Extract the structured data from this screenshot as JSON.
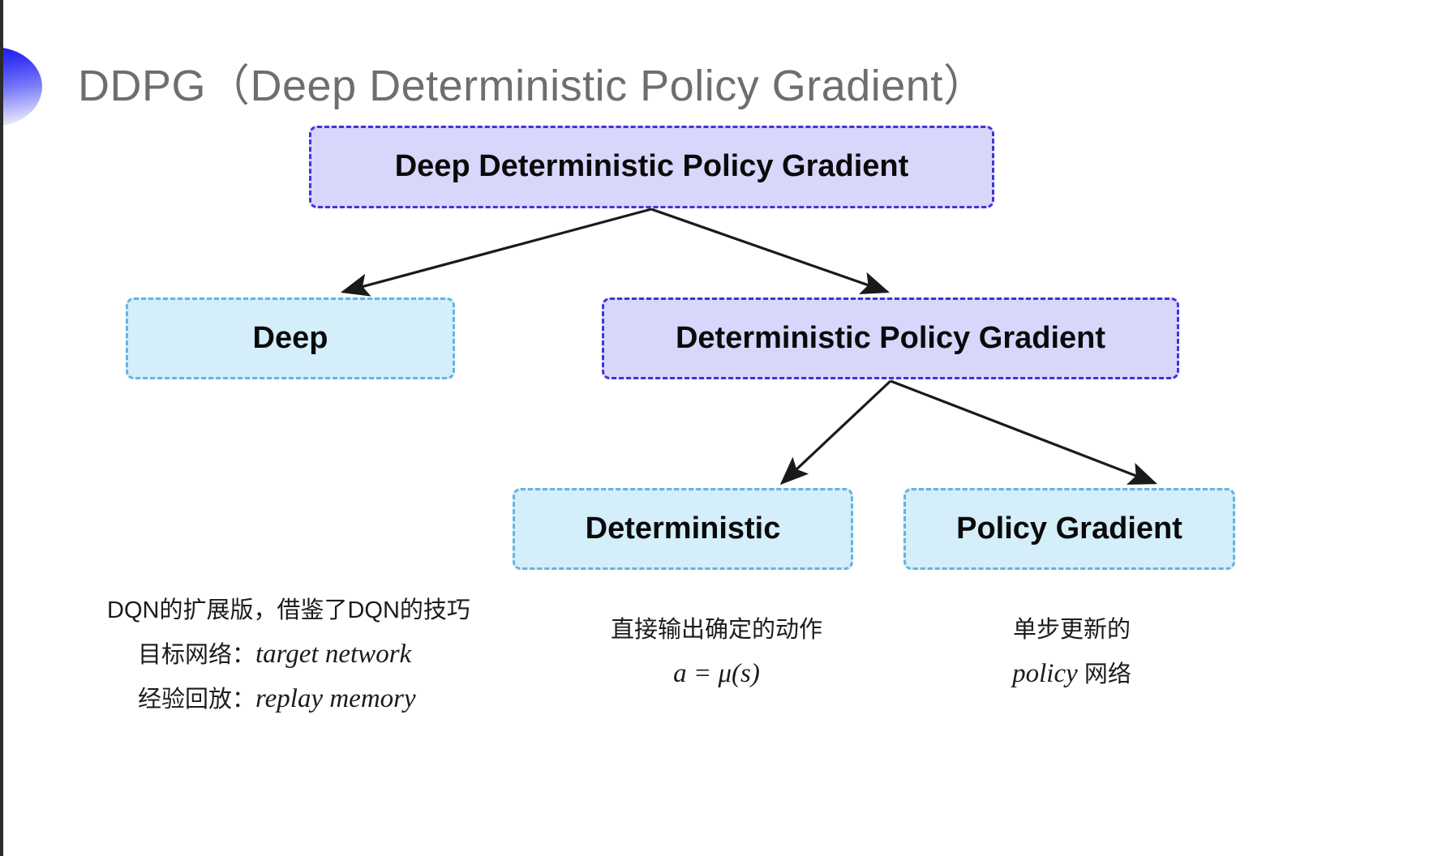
{
  "slide": {
    "title": "DDPG（Deep Deterministic Policy Gradient）",
    "background_color": "#ffffff",
    "title_color": "#6d6e70",
    "accent_color": "#3e34d8"
  },
  "decoration": {
    "shape": "half-circle-gradient",
    "gradient_from": "#1818f0",
    "gradient_to": "#ffffff"
  },
  "diagram": {
    "type": "tree",
    "nodes": [
      {
        "id": "root",
        "label": "Deep Deterministic Policy Gradient",
        "fill": "#d8d6fb",
        "border": "#3e34d8",
        "level": 0
      },
      {
        "id": "deep",
        "label": "Deep",
        "fill": "#d4eefa",
        "border": "#62b4e0",
        "level": 1
      },
      {
        "id": "dpg",
        "label": "Deterministic Policy Gradient",
        "fill": "#d8d6fb",
        "border": "#3e34d8",
        "level": 1
      },
      {
        "id": "deterministic",
        "label": "Deterministic",
        "fill": "#d4eefa",
        "border": "#62b4e0",
        "level": 2
      },
      {
        "id": "policy-gradient",
        "label": "Policy Gradient",
        "fill": "#d4eefa",
        "border": "#62b4e0",
        "level": 2
      }
    ],
    "edges": [
      {
        "from": "root",
        "to": "deep"
      },
      {
        "from": "root",
        "to": "dpg"
      },
      {
        "from": "dpg",
        "to": "deterministic"
      },
      {
        "from": "dpg",
        "to": "policy-gradient"
      }
    ],
    "edge_color": "#1a1a1a"
  },
  "captions": {
    "left": {
      "for_node": "deep",
      "lines": [
        {
          "text": "DQN的扩展版，借鉴了DQN的技巧",
          "italic_part": ""
        },
        {
          "text": "目标网络：",
          "italic_part": "target network"
        },
        {
          "text": "经验回放：",
          "italic_part": "replay memory"
        }
      ]
    },
    "middle": {
      "for_node": "deterministic",
      "lines": [
        {
          "text": "直接输出确定的动作",
          "italic_part": ""
        },
        {
          "text": "",
          "italic_part": "a = μ(s)"
        }
      ]
    },
    "right": {
      "for_node": "policy-gradient",
      "lines": [
        {
          "text": "单步更新的",
          "italic_part": ""
        },
        {
          "text": " 网络",
          "italic_part": "policy"
        }
      ]
    }
  }
}
